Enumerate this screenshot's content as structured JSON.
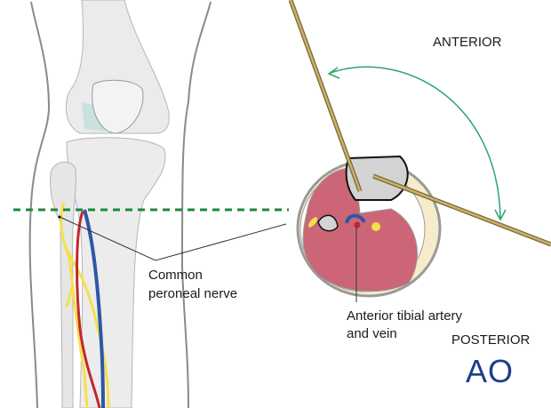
{
  "labels": {
    "anterior": "ANTERIOR",
    "posterior": "POSTERIOR",
    "nerve_line1": "Common",
    "nerve_line2": "peroneal nerve",
    "artery_line1": "Anterior tibial artery",
    "artery_line2": "and vein"
  },
  "logo": {
    "text": "AO",
    "color": "#1f3c8c"
  },
  "colors": {
    "muscle": "#cc6677",
    "bone": "#d4d3d4",
    "fat": "#f6eccb",
    "nerve": "#f5e04a",
    "artery": "#c0282c",
    "vein": "#2d57a6",
    "section_line": "#1a8a3c",
    "pin": "#a08a48"
  }
}
